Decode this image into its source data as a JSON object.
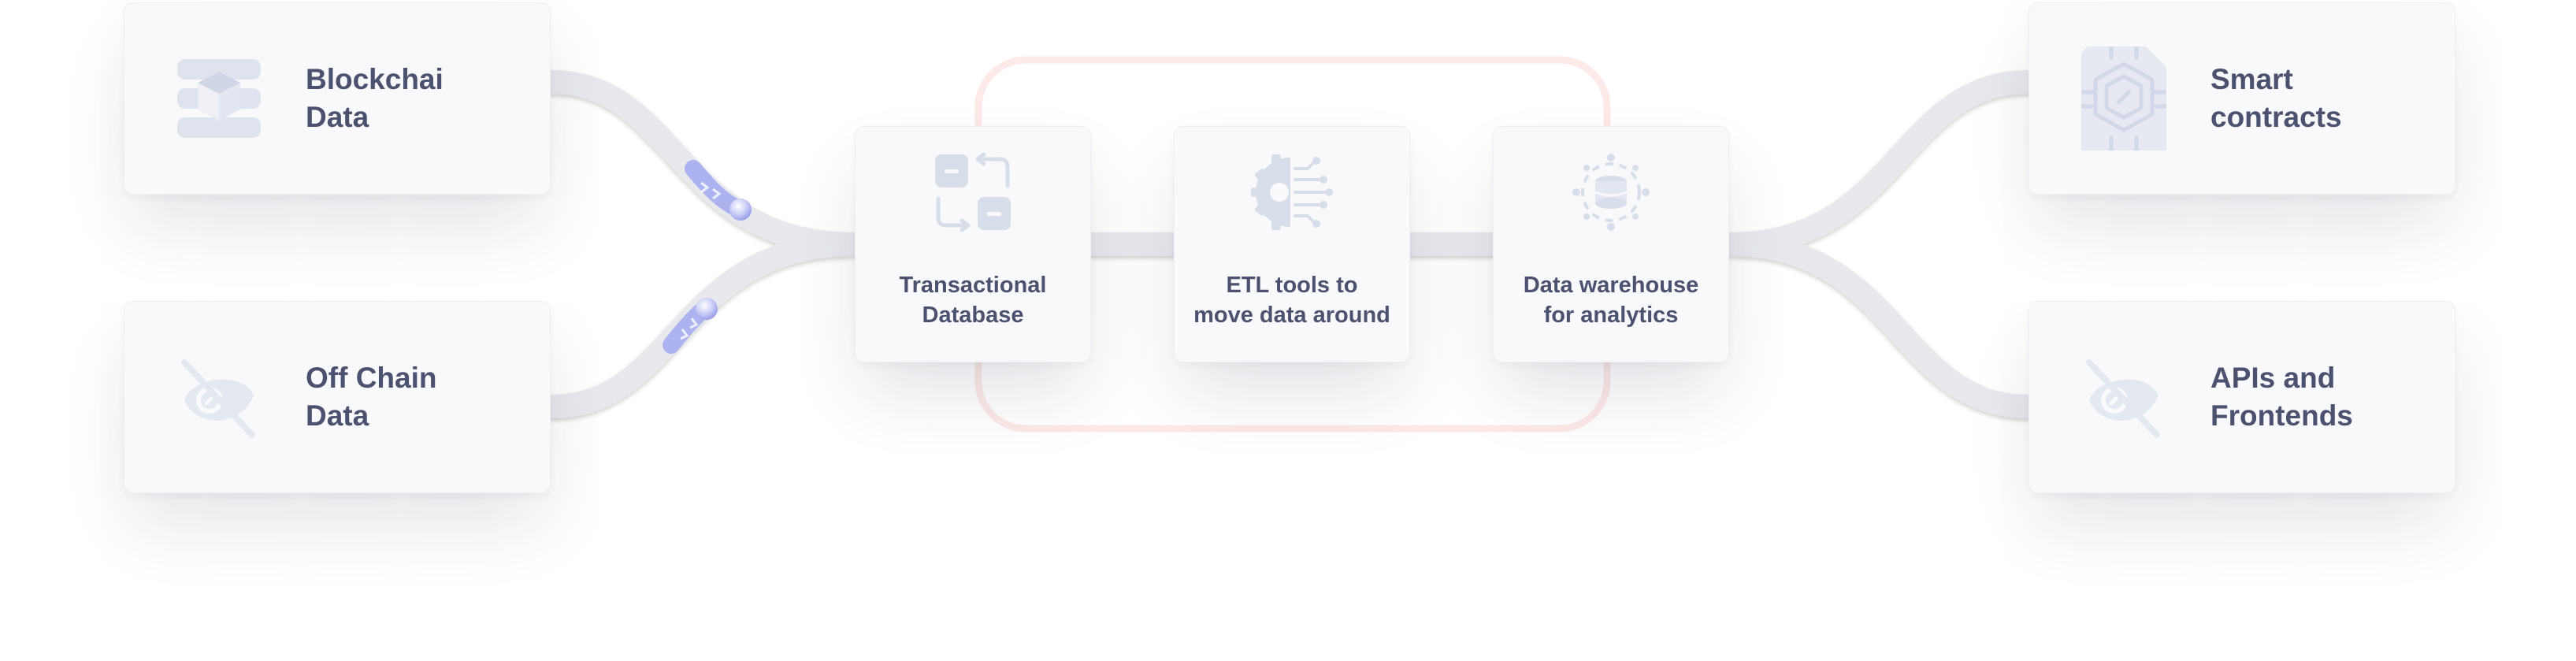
{
  "sources": [
    {
      "label": "Blockchai\nData",
      "icon": "blockchain-cube-icon"
    },
    {
      "label": "Off Chain\nData",
      "icon": "eye-slash-icon"
    }
  ],
  "pipeline": [
    {
      "label": "Transactional\nDatabase",
      "icon": "database-swap-icon"
    },
    {
      "label": "ETL tools to\nmove data around",
      "icon": "gear-circuit-icon"
    },
    {
      "label": "Data warehouse\nfor analytics",
      "icon": "data-hub-icon"
    }
  ],
  "outputs": [
    {
      "label": "Smart\ncontracts",
      "icon": "chip-icon"
    },
    {
      "label": "APIs and\nFrontends",
      "icon": "eye-slash-icon"
    }
  ],
  "colors": {
    "card_bg": "#f8f9fb",
    "text": "#4c5170",
    "icon": "#d8ddea",
    "pipe": "#e6e8ec",
    "flow": "#8f96f0",
    "loop": "#fde8e6"
  }
}
